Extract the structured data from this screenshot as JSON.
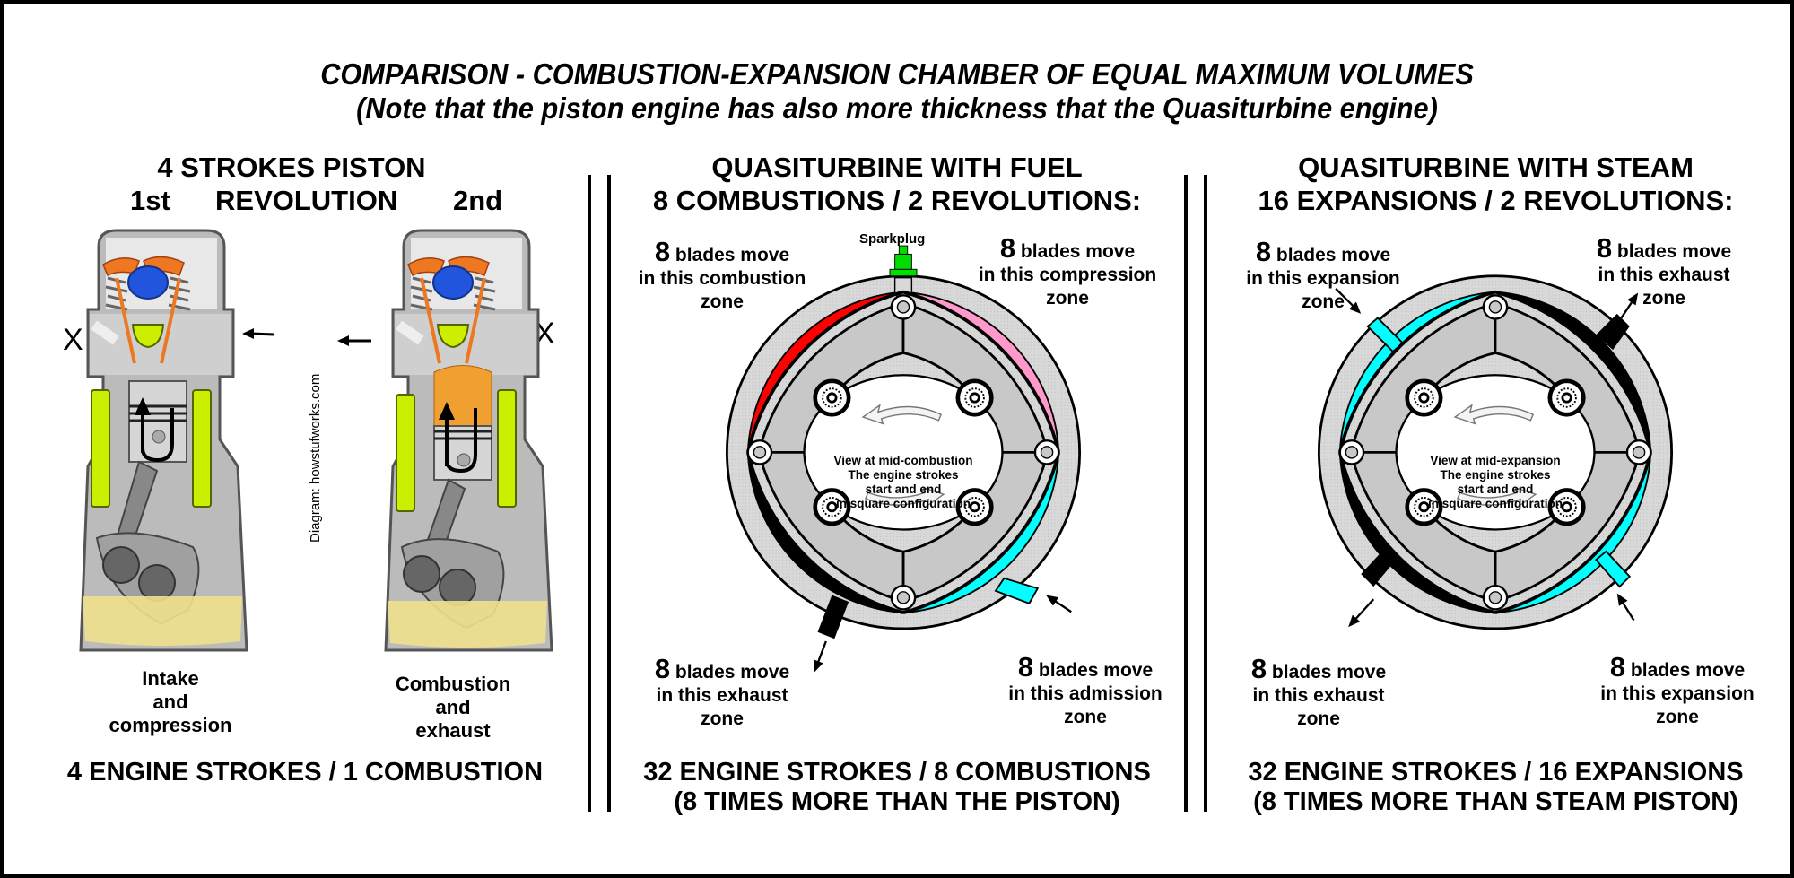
{
  "title": {
    "line1": "COMPARISON - COMBUSTION-EXPANSION CHAMBER OF EQUAL MAXIMUM  VOLUMES",
    "line2": "(Note that the piston engine has also more thickness that the Quasiturbine engine)"
  },
  "piston": {
    "heading": "4 STROKES PISTON",
    "revolution_first": "1st",
    "revolution_label": "REVOLUTION",
    "revolution_second": "2nd",
    "credit": "Diagram: howstufworks.com",
    "left_marker": "X",
    "right_marker": "X",
    "left_caption": [
      "Intake",
      "and",
      "compression"
    ],
    "right_caption": [
      "Combustion",
      "and",
      "exhaust"
    ],
    "footer": "4 ENGINE STROKES / 1 COMBUSTION"
  },
  "fuel": {
    "heading1": "QUASITURBINE WITH FUEL",
    "heading2": "8 COMBUSTIONS / 2 REVOLUTIONS:",
    "sparkplug": "Sparkplug",
    "center_text": [
      "View at mid-combustion",
      "The engine strokes",
      "start and end",
      "in square configuration"
    ],
    "zones": [
      {
        "count": "8",
        "line1": "blades move",
        "line2": "in this combustion",
        "line3": "zone"
      },
      {
        "count": "8",
        "line1": "blades move",
        "line2": "in this compression",
        "line3": "zone"
      },
      {
        "count": "8",
        "line1": "blades move",
        "line2": "in this exhaust",
        "line3": "zone"
      },
      {
        "count": "8",
        "line1": "blades move",
        "line2": "in this admission",
        "line3": "zone"
      }
    ],
    "footer1": "32 ENGINE STROKES / 8 COMBUSTIONS",
    "footer2": "(8 TIMES MORE THAN THE PISTON)"
  },
  "steam": {
    "heading1": "QUASITURBINE WITH STEAM",
    "heading2": "16 EXPANSIONS / 2 REVOLUTIONS:",
    "center_text": [
      "View at mid-expansion",
      "The engine strokes",
      "start and end",
      "in square configuration"
    ],
    "zones": [
      {
        "count": "8",
        "line1": "blades move",
        "line2": "in this expansion",
        "line3": "zone"
      },
      {
        "count": "8",
        "line1": "blades move",
        "line2": "in this exhaust",
        "line3": "zone"
      },
      {
        "count": "8",
        "line1": "blades move",
        "line2": "in this exhaust",
        "line3": "zone"
      },
      {
        "count": "8",
        "line1": "blades move",
        "line2": "in this expansion",
        "line3": "zone"
      }
    ],
    "footer1": "32 ENGINE STROKES / 16 EXPANSIONS",
    "footer2": "(8 TIMES MORE THAN STEAM PISTON)"
  },
  "colors": {
    "combustion": "#ff0000",
    "compression": "#ff99cc",
    "exhaust": "#000000",
    "admission": "#00ffff",
    "sparkplug": "#00dd00",
    "housing": "#d8d8d8",
    "rotor": "#c8c8c8",
    "oil": "#f0e08c",
    "coolant": "#ccee00",
    "valve": "#ee7722",
    "cam": "#2255dd",
    "burning": "#f0a030"
  }
}
